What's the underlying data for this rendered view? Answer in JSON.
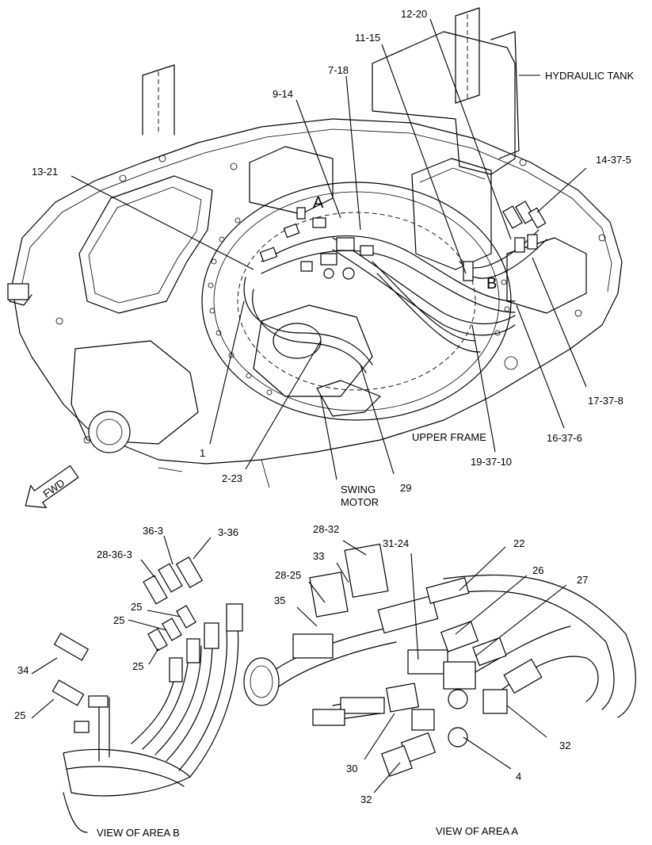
{
  "callouts": {
    "top": {
      "c12_20": "12-20",
      "c11_15": "11-15",
      "c7_18": "7-18",
      "c9_14": "9-14",
      "c13_21": "13-21",
      "c14_37_5": "14-37-5",
      "c17_37_8": "17-37-8",
      "c16_37_6": "16-37-6",
      "c19_37_10": "19-37-10",
      "c1": "1",
      "c2_23": "2-23",
      "c29": "29"
    },
    "area_b": {
      "c36_3": "36-3",
      "c3_36": "3-36",
      "c28_36_3": "28-36-3",
      "c25_a": "25",
      "c25_b": "25",
      "c25_c": "25",
      "c34": "34",
      "c25_d": "25"
    },
    "area_a": {
      "c28_32": "28-32",
      "c31_24": "31-24",
      "c22": "22",
      "c33": "33",
      "c28_25": "28-25",
      "c26": "26",
      "c27": "27",
      "c35": "35",
      "c32_right": "32",
      "c30": "30",
      "c4": "4",
      "c32_bottom": "32"
    }
  },
  "labels": {
    "hydraulic_tank": "HYDRAULIC TANK",
    "upper_frame": "UPPER FRAME",
    "swing_motor_1": "SWING",
    "swing_motor_2": "MOTOR",
    "fwd": "FWD",
    "area_a_marker": "A",
    "area_b_marker": "B",
    "view_area_b": "VIEW OF AREA  B",
    "view_area_a": "VIEW OF AREA  A"
  }
}
